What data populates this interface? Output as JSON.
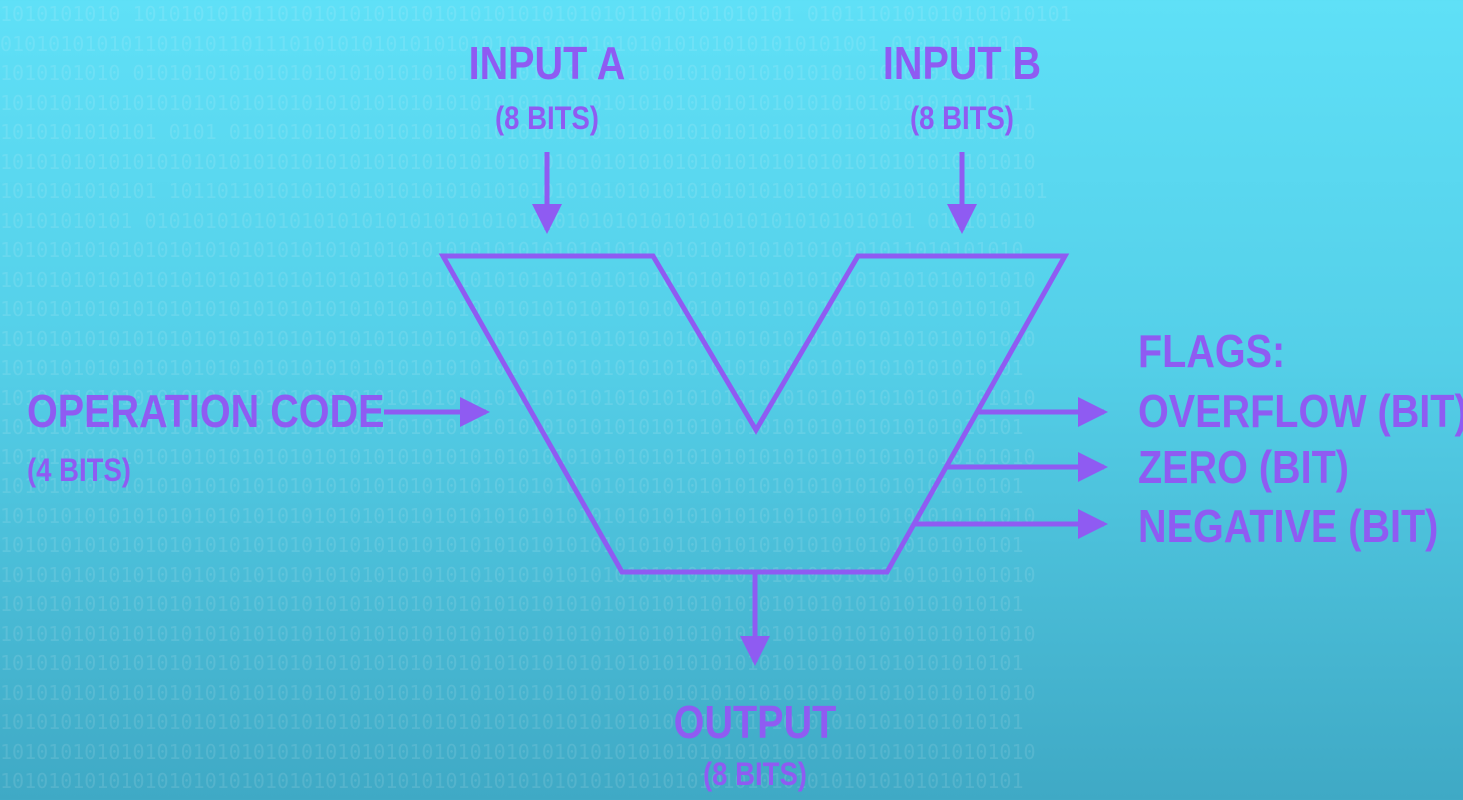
{
  "background": {
    "binary_rows": [
      "1010101010 1010101010110101010101010101010101010101011010101010101 0101110101010101010101",
      "0101010101011010101101110101010101010101010101010101010101010101010101001 01010101010",
      "1010101010 01010101010101010101010101010101010101010101010101010101010101010101010110",
      "10101010101010101010101010101010101010101010101010101010101010101010101010101010101011",
      "1010101010101 0101 0101010101010101010101010101010101010101010101010101010101010101010",
      "10101010101010101010101010101010101010101010101010101010101010101010101010101010101010",
      "1010101010101 1011011010101010101010101010101010101010101010101010101010101010101010101",
      "10101010101 0101010101010101010101010101010101010101010101010101010101010101 010101010",
      "1010101010101010101010101010101010101010101010101010101010101010101010101011010101010",
      "10101010101010101010101010101010101010101010101010101010101010101010101010101010101010",
      "1010101010101010101010101010101010101010101010101010101010101010101010101010101010101",
      "10101010101010101010101010101010101010101010101010101010101010101010101010101010101010",
      "1010101010101010101010101010101010101010101010101010101010101010101010101010101010101",
      "10101010101010101010101010101010101010101010101010101010101010101010101010101010101010",
      "1010101010101010101010101010101010101010101010101010101010101010101010101010101010101",
      "10101010101010101010101010101010101010101010101010101010101010101010101010101010101010",
      "1010101010101010101010101010101010101010101010101010101010101010101010101010101010101",
      "10101010101010101010101010101010101010101010101010101010101010101010101010101010101010",
      "1010101010101010101010101010101010101010101010101010101010101010101010101010101010101",
      "10101010101010101010101010101010101010101010101010101010101010101010101010101010101010",
      "1010101010101010101010101010101010101010101010101010101010101010101010101010101010101",
      "10101010101010101010101010101010101010101010101010101010101010101010101010101010101010",
      "1010101010101010101010101010101010101010101010101010101010101010101010101010101010101",
      "10101010101010101010101010101010101010101010101010101010101010101010101010101010101010",
      "1010101010101010101010101010101010101010101010101010101010101010101010101010101010101",
      "10101010101010101010101010101010101010101010101010101010101010101010101010101010101010",
      "1010101010101010101010101010101010101010101010101010101010101010101010101010101010101",
      "10101010101010101010101010101010101010101010101010101010101010101010101010101010101010"
    ]
  },
  "colors": {
    "accent": "#8f5bf2",
    "background_top": "#5fe0f7",
    "background_bottom": "#3fa9c5"
  },
  "labels": {
    "input_a": {
      "title": "INPUT A",
      "bits": "(8 BITS)"
    },
    "input_b": {
      "title": "INPUT B",
      "bits": "(8 BITS)"
    },
    "operation_code": {
      "title": "OPERATION CODE",
      "bits": "(4 BITS)"
    },
    "output": {
      "title": "OUTPUT",
      "bits": "(8 BITS)"
    },
    "flags": {
      "title": "FLAGS:",
      "items": [
        "OVERFLOW (BIT)",
        "ZERO (BIT)",
        "NEGATIVE (BIT)"
      ]
    }
  }
}
